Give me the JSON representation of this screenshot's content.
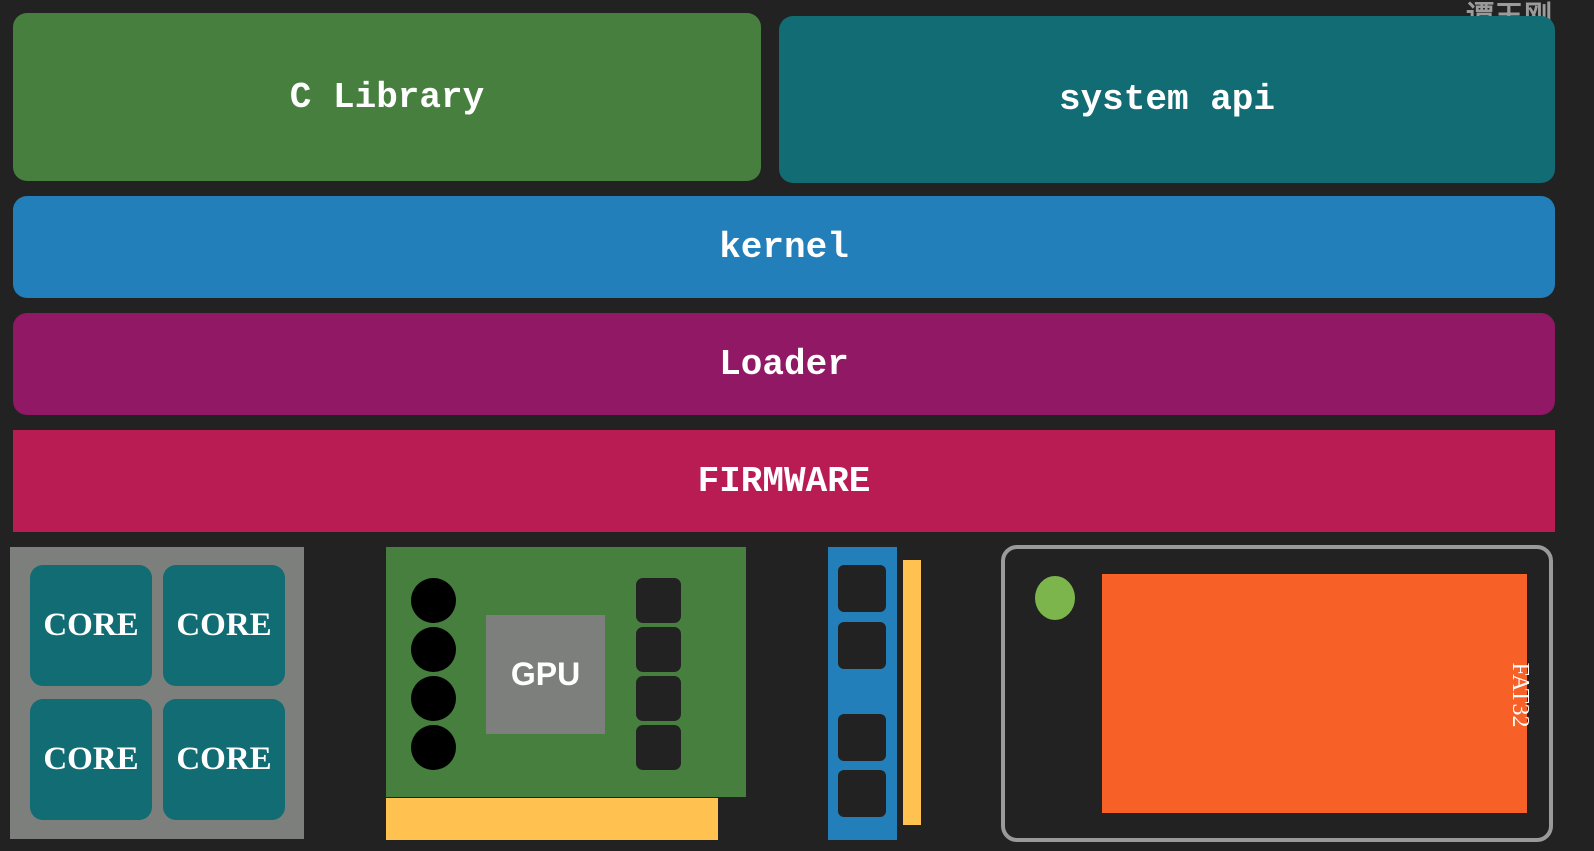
{
  "watermark": "谭玉刚",
  "layers": {
    "c_library": {
      "label": "C Library",
      "color": "#467f3e"
    },
    "system_api": {
      "label": "system api",
      "color": "#116c73"
    },
    "kernel": {
      "label": "kernel",
      "color": "#227fba"
    },
    "loader": {
      "label": "Loader",
      "color": "#901865"
    },
    "firmware": {
      "label": "FIRMWARE",
      "color": "#b91c53"
    }
  },
  "hardware": {
    "cpu": {
      "cores": [
        "CORE",
        "CORE",
        "CORE",
        "CORE"
      ],
      "core_color": "#116c73",
      "box_color": "#7d7f7d"
    },
    "gpu": {
      "label": "GPU",
      "card_color": "#467f3e",
      "pin_color": "#ffc14f"
    },
    "ram": {
      "stick_color": "#227fba",
      "strip_color": "#ffc14f"
    },
    "storage": {
      "label": "FAT32",
      "partition_color": "#f76026",
      "led_color": "#7cb54b"
    }
  }
}
